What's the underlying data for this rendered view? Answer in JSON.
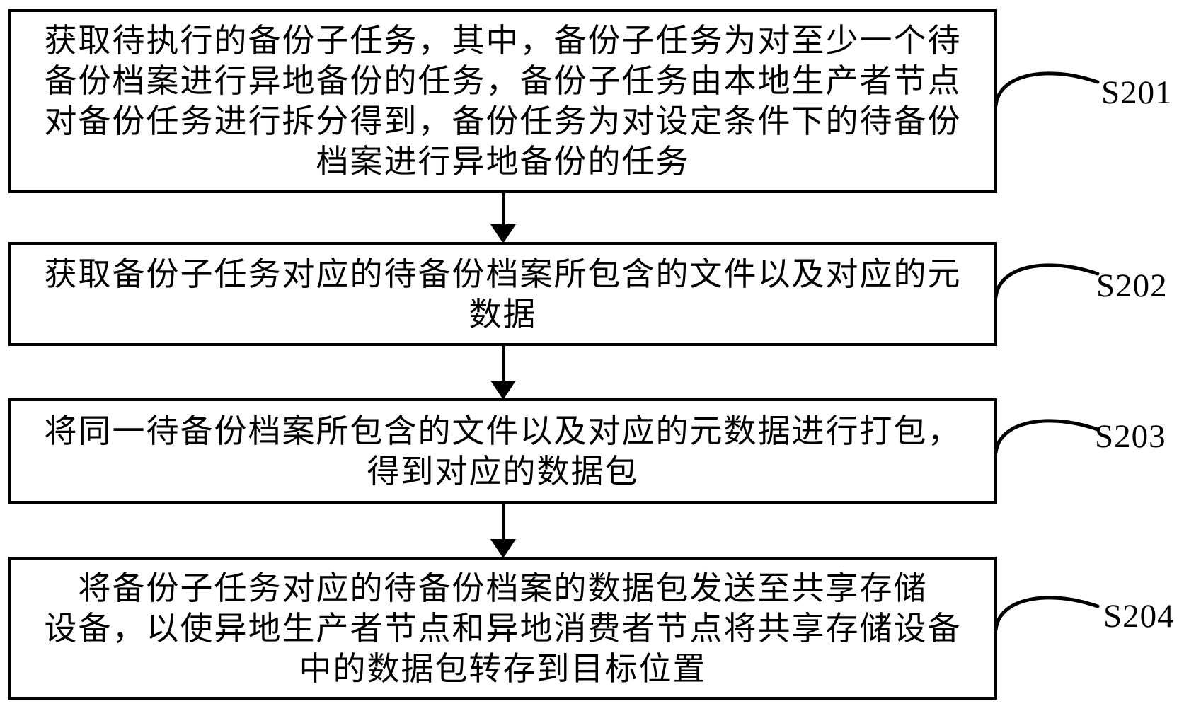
{
  "figure": {
    "type": "flowchart",
    "colors": {
      "line": "#000000",
      "background": "#ffffff"
    },
    "steps": [
      {
        "label": "S201",
        "lines": [
          "获取待执行的备份子任务，其中，备份子任务为对至少一个待",
          "备份档案进行异地备份的任务，备份子任务由本地生产者节点",
          "对备份任务进行拆分得到，备份任务为对设定条件下的待备份",
          "档案进行异地备份的任务"
        ]
      },
      {
        "label": "S202",
        "lines": [
          "获取备份子任务对应的待备份档案所包含的文件以及对应的元",
          "数据"
        ]
      },
      {
        "label": "S203",
        "lines": [
          "将同一待备份档案所包含的文件以及对应的元数据进行打包，",
          "得到对应的数据包"
        ]
      },
      {
        "label": "S204",
        "lines": [
          "将备份子任务对应的待备份档案的数据包发送至共享存储",
          "设备，以使异地生产者节点和异地消费者节点将共享存储设备",
          "中的数据包转存到目标位置"
        ]
      }
    ]
  }
}
